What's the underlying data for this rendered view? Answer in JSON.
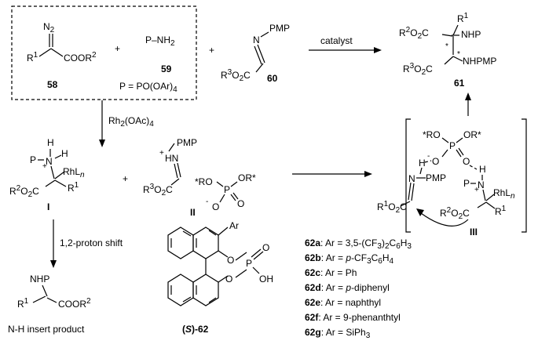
{
  "reactants": {
    "diazo": {
      "n2": "N",
      "n2_sub": "2",
      "r1": "R",
      "r1_sup": "1",
      "ester": "COOR",
      "ester_sup": "2",
      "label": "58"
    },
    "plus1": "+",
    "amine": {
      "formula": "P–NH",
      "formula_sub": "2",
      "label": "59",
      "p_def": "P = PO(OAr)",
      "p_def_sub": "4"
    },
    "plus2": "+",
    "imine": {
      "n": "N",
      "pmp": "PMP",
      "r3": "R",
      "r3_sup": "3",
      "o2c": "O",
      "o2c_sub": "2",
      "c": "C",
      "label": "60"
    }
  },
  "arrows": {
    "catalyst": "catalyst",
    "rh": "Rh",
    "rh_sub1": "2",
    "rh_oac": "(OAc)",
    "rh_sub2": "4",
    "proton_shift": "1,2-proton shift"
  },
  "product61": {
    "r2o2c": "R",
    "r2_sup": "2",
    "o2c_a": "O",
    "o2c_a_sub": "2",
    "c_a": "C",
    "r1": "R",
    "r1_sup": "1",
    "nhp": "NHP",
    "star1": "*",
    "r3": "R",
    "r3_sup": "3",
    "o2c_b": "O",
    "o2c_b_sub": "2",
    "c_b": "C",
    "nhpmp": "NHPMP",
    "star2": "*",
    "label": "61"
  },
  "intermediateI": {
    "p": "P",
    "n": "N",
    "plus": "+",
    "h1": "H",
    "h2": "H",
    "rhl": "RhL",
    "rhl_sub": "n",
    "r2": "R",
    "r2_sup": "2",
    "o2c": "O",
    "o2c_sub": "2",
    "c": "C",
    "r1": "R",
    "r1_sup": "1",
    "label": "I"
  },
  "plus3": "+",
  "intermediateII": {
    "pmp": "PMP",
    "plus": "+",
    "hn": "HN",
    "r3": "R",
    "r3_sup": "3",
    "o2c": "O",
    "o2c_sub": "2",
    "c": "C",
    "ro": "*RO",
    "p": "P",
    "or": "OR*",
    "o_minus": "O",
    "o_minus_sign": "-",
    "o": "O",
    "label": "II"
  },
  "intermediateIII": {
    "ro": "*RO",
    "p": "P",
    "or": "OR*",
    "o_minus_sign": "-",
    "o1": "O",
    "o2": "O",
    "h1": "H",
    "n_pmp": "N",
    "pmp": "PMP",
    "h2": "H",
    "p_n": "P",
    "n": "N",
    "plus": "+",
    "rhl": "RhL",
    "rhl_sub": "n",
    "r1": "R",
    "r1_sup": "1",
    "o2c_a": "O",
    "o2c_a_sub": "2",
    "c_a": "C",
    "r2": "R",
    "r2_sup": "2",
    "o2c_b": "O",
    "o2c_b_sub": "2",
    "c_b": "C",
    "r1b": "R",
    "r1b_sup": "1",
    "label": "III"
  },
  "insertProduct": {
    "nhp": "NHP",
    "r1": "R",
    "r1_sup": "1",
    "ester": "COOR",
    "ester_sup": "2",
    "caption": "N-H insert product"
  },
  "catalyst62": {
    "ar": "Ar",
    "o1": "O",
    "o2": "O",
    "p": "P",
    "o3": "O",
    "oh": "OH",
    "label_s": "S",
    "label_num": "-62"
  },
  "catalystList": [
    {
      "id": "62a",
      "text": ": Ar = 3,5-(CF",
      "sub1": "3",
      "mid": ")",
      "sub2": "2",
      "mid2": "C",
      "sub3": "6",
      "mid3": "H",
      "sub4": "3"
    },
    {
      "id": "62b",
      "text": ": Ar = ",
      "ital": "p",
      "rest": "-CF",
      "sub1": "3",
      "mid": "C",
      "sub2": "6",
      "mid2": "H",
      "sub3": "4"
    },
    {
      "id": "62c",
      "text": ": Ar = Ph"
    },
    {
      "id": "62d",
      "text": ": Ar = ",
      "ital": "p",
      "rest": "-diphenyl"
    },
    {
      "id": "62e",
      "text": ": Ar = naphthyl"
    },
    {
      "id": "62f",
      "text": ": Ar = 9-phenanthtyl"
    },
    {
      "id": "62g",
      "text": ": Ar = SiPh",
      "sub1": "3"
    }
  ]
}
